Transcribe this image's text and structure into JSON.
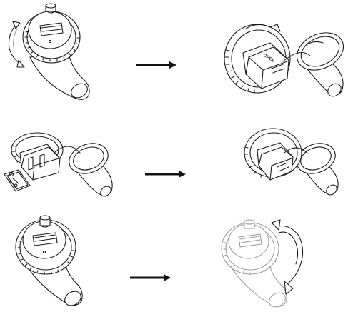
{
  "figure": {
    "steps": [
      {
        "id": 1,
        "action": "rotate-counterclockwise-to-open"
      },
      {
        "id": 2,
        "action": "cap-opened-battery-compartment-exposed"
      },
      {
        "id": 3,
        "action": "remove-battery-compartment-cover"
      },
      {
        "id": 4,
        "action": "close-battery-compartment"
      },
      {
        "id": 5,
        "action": "place-cap-on-body"
      },
      {
        "id": 6,
        "action": "rotate-clockwise-to-close"
      }
    ],
    "battery_label": "OPEN",
    "arrow_icon": "right-arrow-icon",
    "rotate_ccw_icon": "rotate-counterclockwise-icon",
    "rotate_cw_icon": "rotate-clockwise-icon"
  }
}
